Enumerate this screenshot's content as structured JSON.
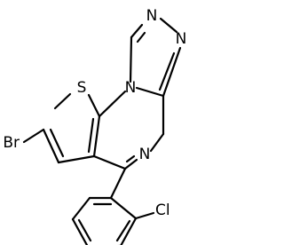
{
  "molecule": {
    "atoms": {
      "bromine": "Br",
      "sulfur": "S",
      "triazole_n_bridge": "N",
      "triazole_n_top": "N",
      "triazole_n_right": "N",
      "diazepine_n": "N",
      "chlorine": "Cl"
    }
  }
}
